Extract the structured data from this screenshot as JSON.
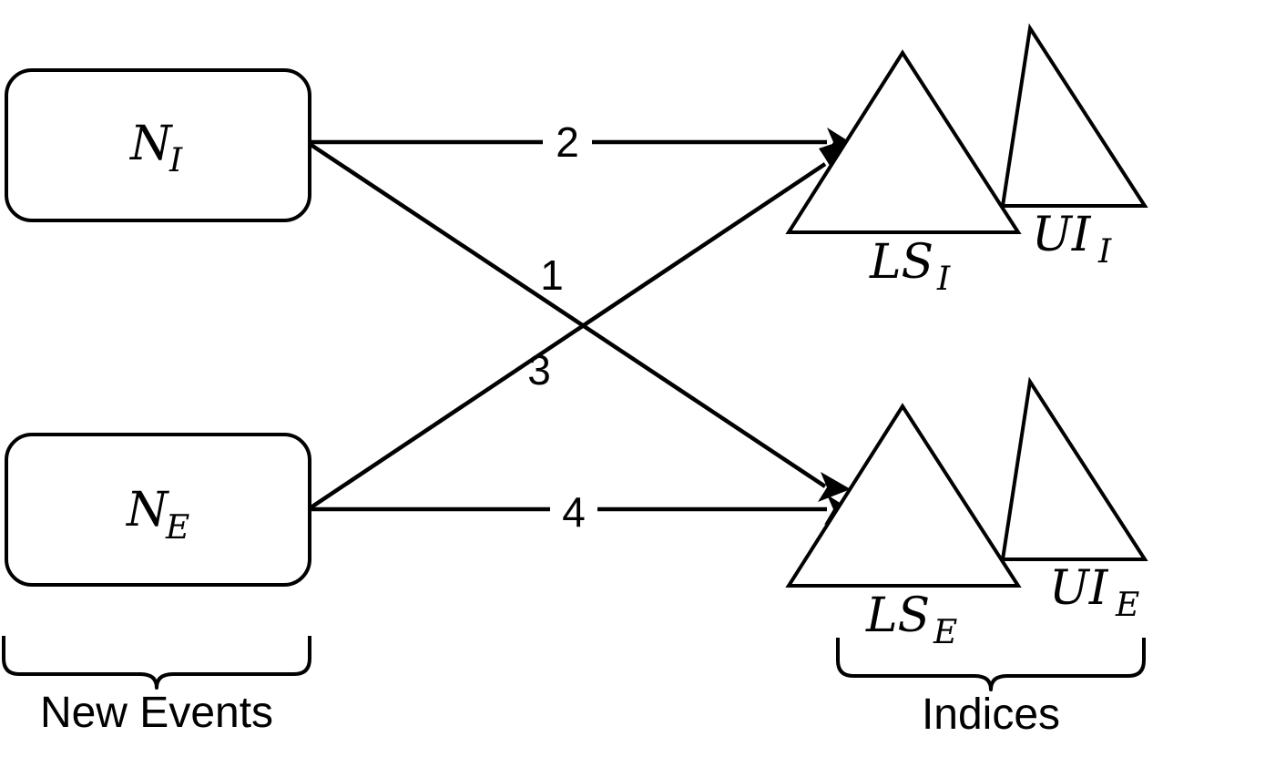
{
  "diagram": {
    "title": "New Events to Indices dataflow diagram",
    "background_color": "#ffffff",
    "stroke_color": "#000000",
    "nodes": [
      {
        "id": "n-i",
        "shape": "rounded-rect",
        "label_main": "N",
        "label_sub": "I",
        "group": "New Events"
      },
      {
        "id": "n-e",
        "shape": "rounded-rect",
        "label_main": "N",
        "label_sub": "E",
        "group": "New Events"
      },
      {
        "id": "ls-i",
        "shape": "triangle",
        "label_main": "LS",
        "label_sub": "I",
        "group": "Indices"
      },
      {
        "id": "ui-i",
        "shape": "triangle",
        "label_main": "UI",
        "label_sub": "I",
        "group": "Indices"
      },
      {
        "id": "ls-e",
        "shape": "triangle",
        "label_main": "LS",
        "label_sub": "E",
        "group": "Indices"
      },
      {
        "id": "ui-e",
        "shape": "triangle",
        "label_main": "UI",
        "label_sub": "E",
        "group": "Indices"
      }
    ],
    "edges": [
      {
        "id": "edge-2",
        "label": "2",
        "from": "n-i",
        "to": "ls-i",
        "style": "horizontal-arrow"
      },
      {
        "id": "edge-1",
        "label": "1",
        "from": "n-i",
        "to": "ls-e",
        "style": "diagonal-arrow"
      },
      {
        "id": "edge-3",
        "label": "3",
        "from": "n-e",
        "to": "ls-i",
        "style": "diagonal-arrow"
      },
      {
        "id": "edge-4",
        "label": "4",
        "from": "n-e",
        "to": "ls-e",
        "style": "horizontal-arrow"
      }
    ],
    "groups": [
      {
        "id": "group-new-events",
        "caption": "New Events"
      },
      {
        "id": "group-indices",
        "caption": "Indices"
      }
    ]
  }
}
